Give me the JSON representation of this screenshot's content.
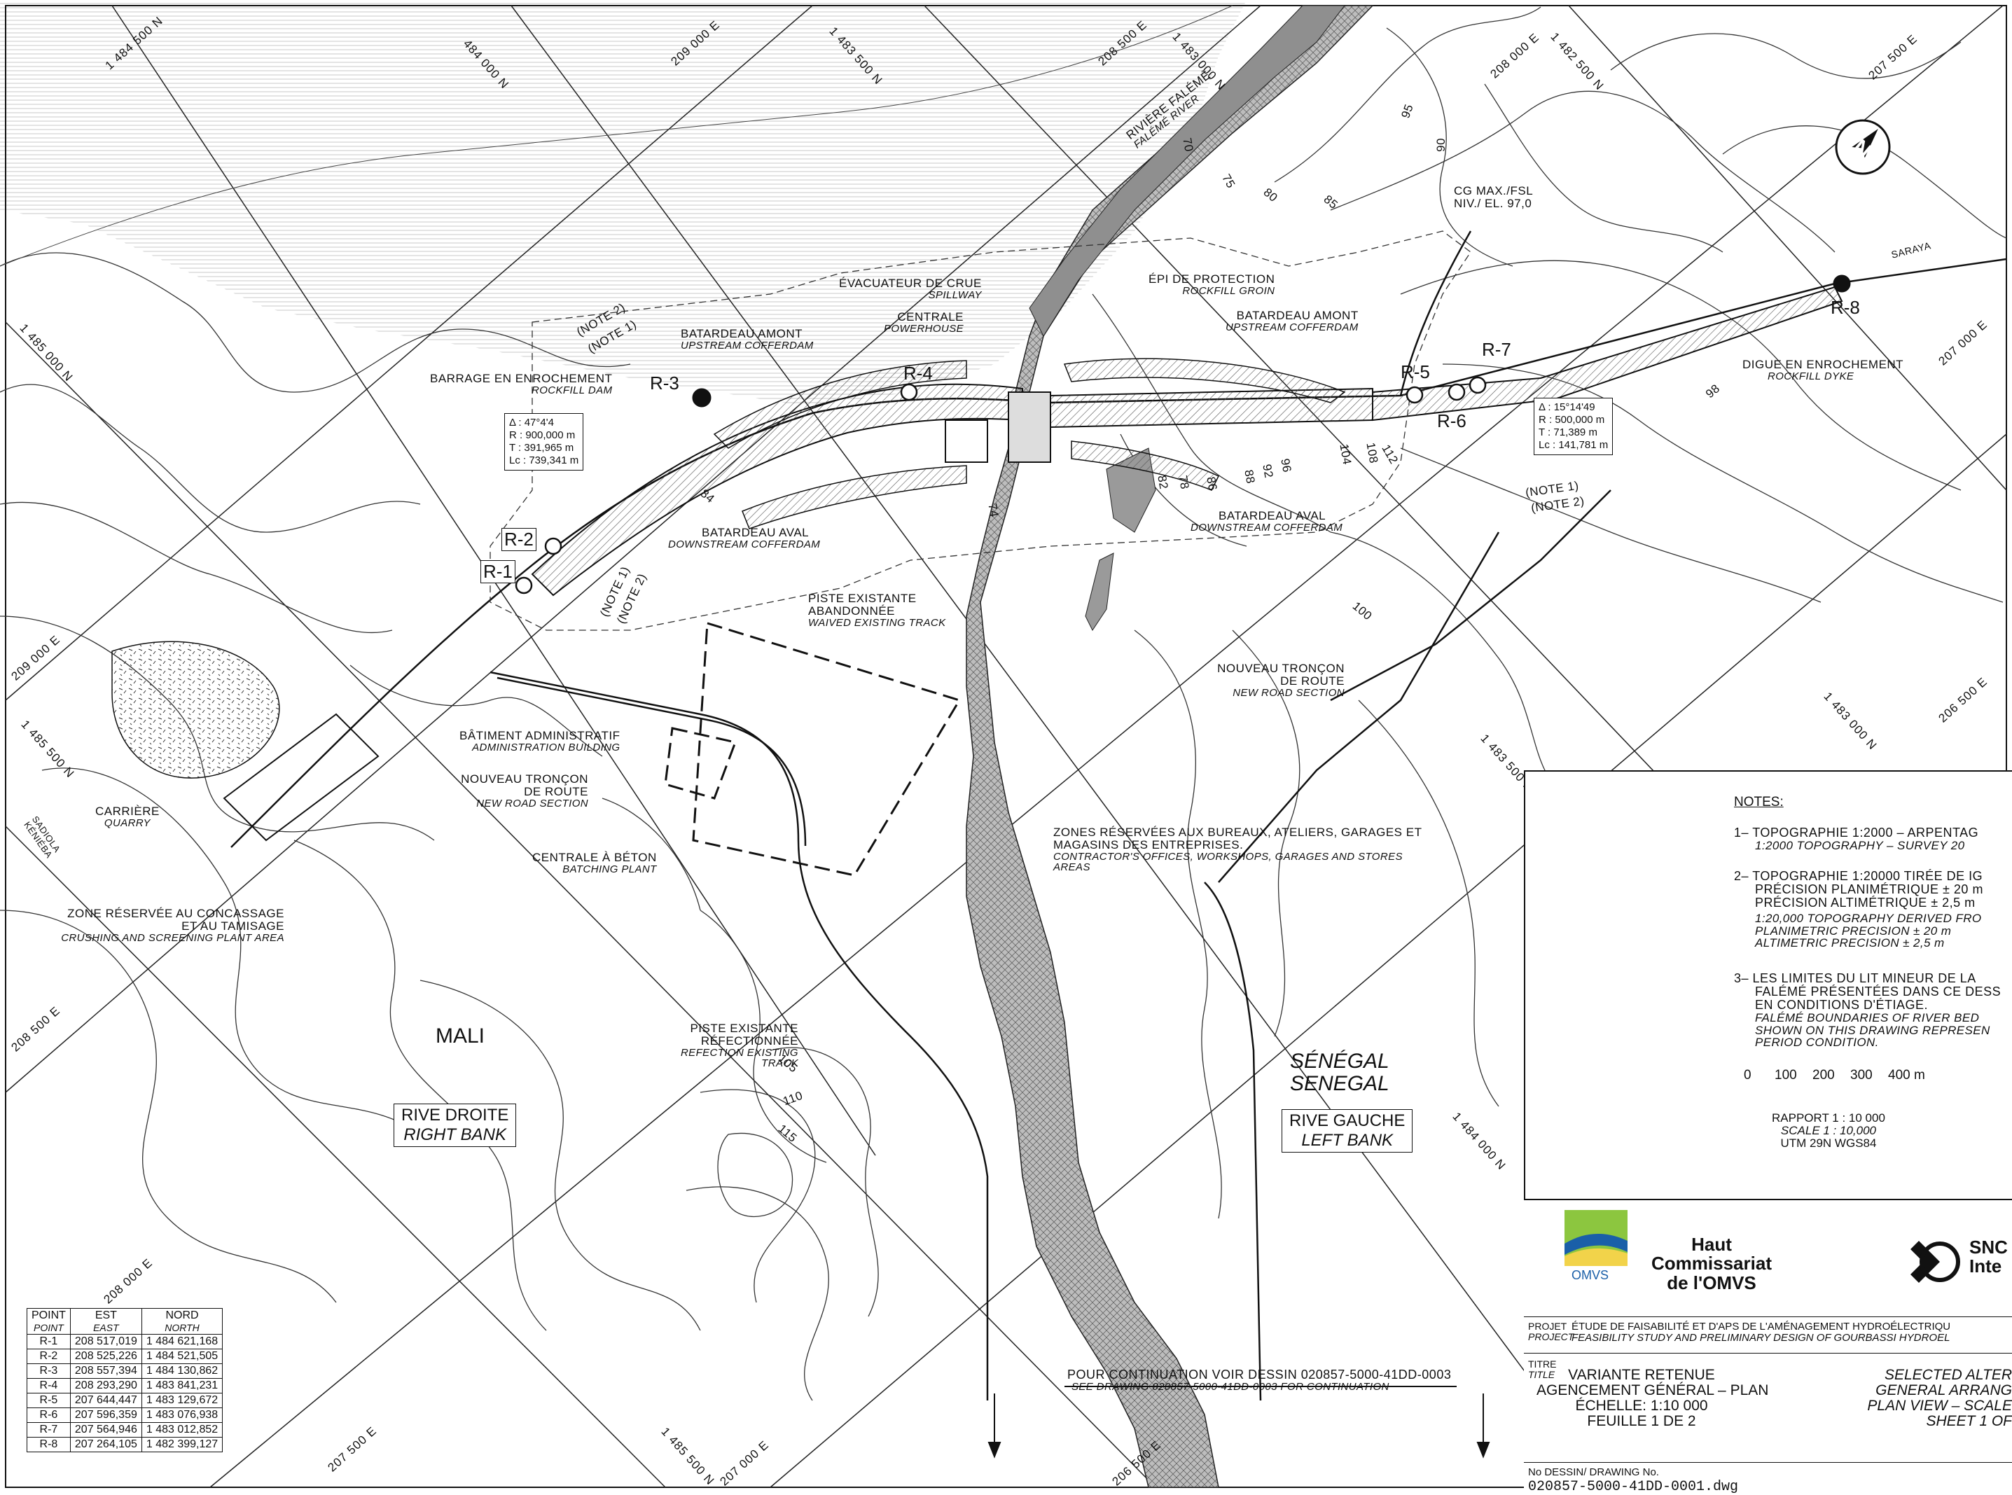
{
  "colors": {
    "ink": "#111111",
    "river_fill": "#9a9a9a",
    "contour": "#333333",
    "dam_hatch": "#555555",
    "logo_green": "#8cc63f",
    "logo_blue": "#1a5fa8"
  },
  "icons": {
    "north_arrow": "north-arrow-icon",
    "survey_point": "survey-point-icon",
    "logo_omvs": "omvs-logo",
    "logo_snc": "snc-logo"
  },
  "grid_coords": [
    "1 484 500 N",
    "484 000 N",
    "209 000 E",
    "1 483 500 N",
    "208 500 E",
    "1 483 000 N",
    "208 000 E",
    "1 482 500 N",
    "207 500 E",
    "1 485 000 N",
    "207 000 E",
    "209 000 E",
    "1 485 500 N",
    "206 500 E",
    "1 483 500 N",
    "1 483 000 N",
    "208 500 E",
    "1 484 000 N",
    "208 000 E",
    "207 500 E",
    "1 485 500 N",
    "207 000 E",
    "206 500 E"
  ],
  "contours": [
    "70",
    "75",
    "80",
    "85",
    "90",
    "95",
    "100",
    "105",
    "110",
    "115",
    "84",
    "82",
    "78",
    "74",
    "86",
    "88",
    "92",
    "96",
    "104",
    "108",
    "112",
    "98"
  ],
  "points": [
    "R-1",
    "R-2",
    "R-3",
    "R-4",
    "R-5",
    "R-6",
    "R-7",
    "R-8"
  ],
  "labels": {
    "river_fr": "RIVIÈRE FALÉMÉ",
    "river_en": "FALÉMÉ RIVER",
    "spillway_fr": "ÉVACUATEUR DE CRUE",
    "spillway_en": "SPILLWAY",
    "powerhouse_fr": "CENTRALE",
    "powerhouse_en": "POWERHOUSE",
    "groin_fr": "ÉPI DE PROTECTION",
    "groin_en": "ROCKFILL GROIN",
    "up_coffer_fr": "BATARDEAU AMONT",
    "up_coffer_en": "UPSTREAM COFFERDAM",
    "up_coffer2_fr": "BATARDEAU AMONT",
    "up_coffer2_en": "UPSTREAM COFFERDAM",
    "dam_fr": "BARRAGE EN ENROCHEMENT",
    "dam_en": "ROCKFILL DAM",
    "down_coffer_fr": "BATARDEAU AVAL",
    "down_coffer_en": "DOWNSTREAM COFFERDAM",
    "down_coffer2_fr": "BATARDEAU AVAL",
    "down_coffer2_en": "DOWNSTREAM COFFERDAM",
    "dyke_fr": "DIGUE EN ENROCHEMENT",
    "dyke_en": "ROCKFILL DYKE",
    "fsl_fr": "CG MAX./FSL",
    "fsl_en": "NIV./ EL. 97,0",
    "saraya": "SARAYA",
    "note1": "(NOTE 1)",
    "note2": "(NOTE 2)",
    "track_fr": "PISTE EXISTANTE ABANDONNÉE",
    "track_en": "WAIVED EXISTING TRACK",
    "newroad_fr": "NOUVEAU TRONÇON DE ROUTE",
    "newroad_en": "NEW ROAD SECTION",
    "newroad2_fr": "NOUVEAU TRONÇON DE ROUTE",
    "newroad2_en": "NEW ROAD SECTION",
    "admin_fr": "BÂTIMENT ADMINISTRATIF",
    "admin_en": "ADMINISTRATION BUILDING",
    "quarry_fr": "CARRIÈRE",
    "quarry_en": "QUARRY",
    "sadiola": "SADIOLA KÉNIÉBA",
    "batching_fr": "CENTRALE À BÉTON",
    "batching_en": "BATCHING PLANT",
    "crush_fr": "ZONE RÉSERVÉE AU CONCASSAGE ET AU TAMISAGE",
    "crush_en": "CRUSHING AND SCREENING PLANT AREA",
    "zones_fr": "ZONES RÉSERVÉES AUX BUREAUX, ATELIERS, GARAGES ET MAGASINS DES ENTREPRISES.",
    "zones_en": "CONTRACTOR'S OFFICES, WORKSHOPS, GARAGES AND STORES AREAS",
    "refect_fr": "PISTE EXISTANTE RÉFECTIONNÉE",
    "refect_en": "REFECTION EXISTING TRACK",
    "mali": "MALI",
    "rive_droite": "RIVE DROITE",
    "right_bank": "RIGHT BANK",
    "senegal_fr": "SÉNÉGAL",
    "senegal_en": "SENEGAL",
    "rive_gauche": "RIVE GAUCHE",
    "left_bank": "LEFT BANK",
    "cont_fr": "POUR CONTINUATION VOIR DESSIN 020857-5000-41DD-0003",
    "cont_en": "SEE DRAWING 020857-5000-41DD-0003 FOR CONTINUATION"
  },
  "curve1": {
    "delta": "47°4'4",
    "r": "R : 900,000 m",
    "t": "T : 391,965 m",
    "lc": "Lc : 739,341 m"
  },
  "curve2": {
    "delta": "15°14'49",
    "r": "R : 500,000 m",
    "t": "T : 71,389 m",
    "lc": "Lc : 141,781 m"
  },
  "table": {
    "head_fr": [
      "POINT",
      "EST",
      "NORD"
    ],
    "head_en": [
      "POINT",
      "EAST",
      "NORTH"
    ],
    "rows": [
      [
        "R-1",
        "208 517,019",
        "1 484 621,168"
      ],
      [
        "R-2",
        "208 525,226",
        "1 484 521,505"
      ],
      [
        "R-3",
        "208 557,394",
        "1 484 130,862"
      ],
      [
        "R-4",
        "208 293,290",
        "1 483 841,231"
      ],
      [
        "R-5",
        "207 644,447",
        "1 483 129,672"
      ],
      [
        "R-6",
        "207 596,359",
        "1 483 076,938"
      ],
      [
        "R-7",
        "207 564,946",
        "1 483 012,852"
      ],
      [
        "R-8",
        "207 264,105",
        "1 482 399,127"
      ]
    ]
  },
  "notes": {
    "heading": "NOTES:",
    "n1_fr": "1– TOPOGRAPHIE 1:2000 – ARPENTAG",
    "n1_en": "1:2000 TOPOGRAPHY – SURVEY 20",
    "n2_fr1": "2– TOPOGRAPHIE 1:20000 TIRÉE DE IG",
    "n2_fr2": "PRÉCISION PLANIMÉTRIQUE ± 20 m",
    "n2_fr3": "PRÉCISION ALTIMÉTRIQUE ± 2,5 m",
    "n2_en1": "1:20,000 TOPOGRAPHY DERIVED FRO",
    "n2_en2": "PLANIMETRIC PRECISION ± 20 m",
    "n2_en3": "ALTIMETRIC PRECISION ± 2,5 m",
    "n3_fr1": "3– LES LIMITES DU LIT MINEUR DE LA",
    "n3_fr2": "FALÉMÉ PRÉSENTÉES DANS CE DESS",
    "n3_fr3": "EN CONDITIONS D'ÉTIAGE.",
    "n3_en1": "FALÉMÉ BOUNDARIES OF RIVER BED",
    "n3_en2": "SHOWN ON THIS DRAWING REPRESEN",
    "n3_en3": "PERIOD CONDITION.",
    "scale_ticks": [
      "0",
      "100",
      "200",
      "300",
      "400 m"
    ],
    "rapport": "RAPPORT 1 : 10 000",
    "scale": "SCALE 1 : 10,000",
    "utm": "UTM 29N WGS84"
  },
  "title_block": {
    "org": "Haut Commissariat de l'OMVS",
    "omvs": "OMVS",
    "snc": "SNC",
    "snc2": "Inte",
    "projet_lbl": "PROJET",
    "project_lbl": "PROJECT",
    "projet": "ÉTUDE DE FAISABILITÉ ET D'APS DE L'AMÉNAGEMENT HYDROÉLECTRIQU",
    "project": "FEASIBILITY STUDY AND PRELIMINARY DESIGN OF GOURBASSI HYDROEL",
    "titre_lbl": "TITRE",
    "title_lbl": "TITLE",
    "t_fr1": "VARIANTE RETENUE",
    "t_fr2": "AGENCEMENT GÉNÉRAL – PLAN",
    "t_fr3": "ÉCHELLE: 1:10 000",
    "t_fr4": "FEUILLE 1 DE 2",
    "t_en1": "SELECTED ALTER",
    "t_en2": "GENERAL ARRANG",
    "t_en3": "PLAN VIEW – SCALE",
    "t_en4": "SHEET 1 OF",
    "dwg_lbl": "No DESSIN/ DRAWING No.",
    "dwg": "020857-5000-41DD-0001.dwg"
  }
}
